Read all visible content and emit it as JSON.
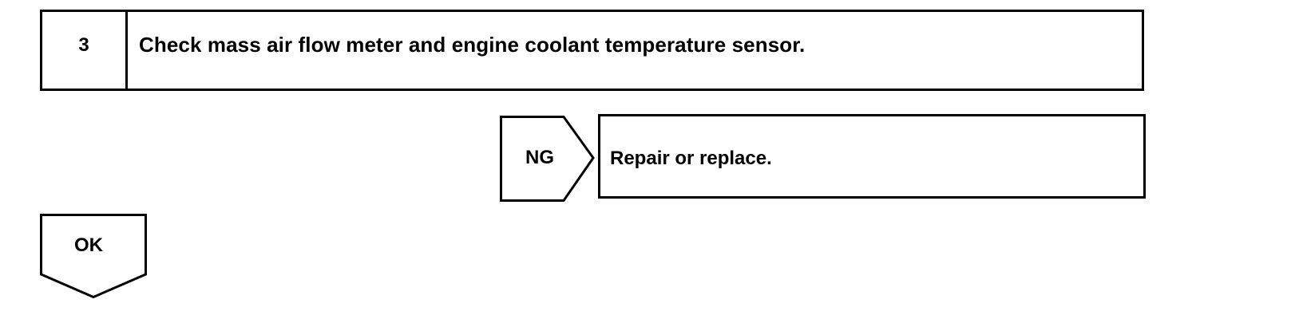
{
  "step": {
    "number": "3",
    "instruction": "Check mass air flow meter and engine coolant temperature sensor."
  },
  "ng_branch": {
    "label": "NG",
    "action": "Repair or replace."
  },
  "ok_branch": {
    "label": "OK"
  }
}
